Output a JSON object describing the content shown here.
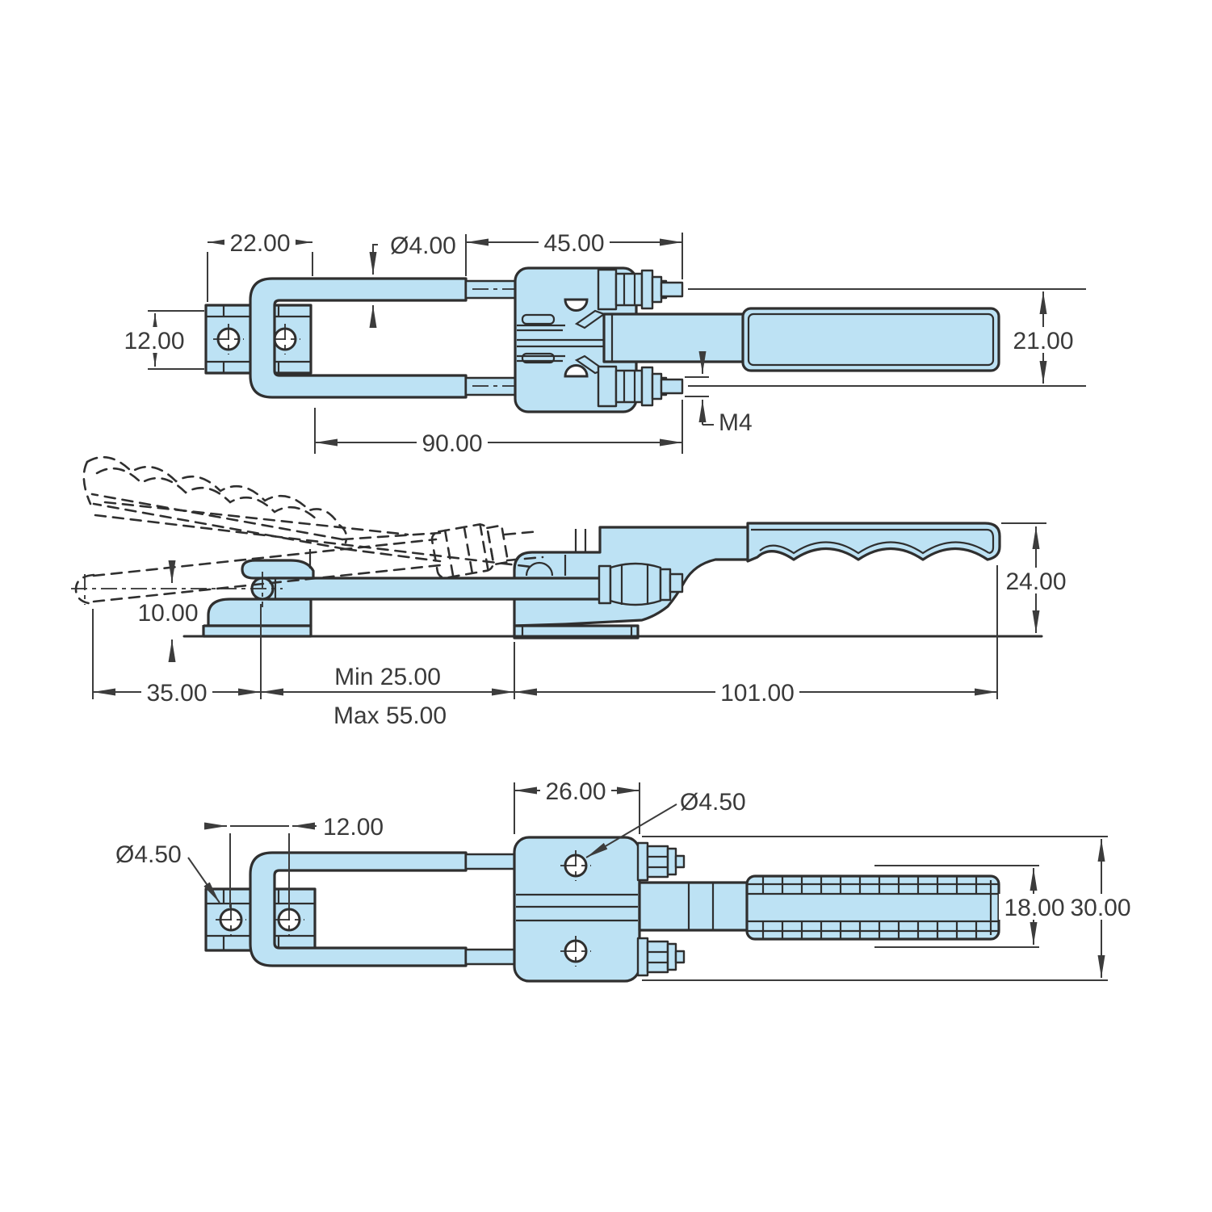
{
  "drawing": {
    "type": "engineering-dimension-drawing",
    "subject": "latch type toggle clamp, three orthographic views"
  },
  "colors": {
    "part_fill": "#bde2f4",
    "line": "#2f2f2f",
    "dim_line": "#3c3c3c",
    "text_color": "#3a3a3a",
    "bg": "#ffffff"
  },
  "views": {
    "top": {
      "name": "top-view",
      "dims": {
        "bracket_width": "22.00",
        "rod_diameter": "Ø4.00",
        "thread_length": "45.00",
        "bracket_height": "12.00",
        "handle_width": "21.00",
        "bolt_length": "90.00",
        "thread_size": "M4"
      }
    },
    "side": {
      "name": "side-view",
      "dims": {
        "catch_height": "10.00",
        "catch_offset": "35.00",
        "min_reach": "Min 25.00",
        "max_reach": "Max 55.00",
        "body_length": "101.00",
        "overall_height": "24.00"
      }
    },
    "bottom": {
      "name": "bottom-view",
      "dims": {
        "body_width": "26.00",
        "body_hole_diameter": "Ø4.50",
        "bracket_hole_spacing": "12.00",
        "bracket_hole_diameter": "Ø4.50",
        "grip_width": "18.00",
        "overall_width": "30.00"
      }
    }
  }
}
